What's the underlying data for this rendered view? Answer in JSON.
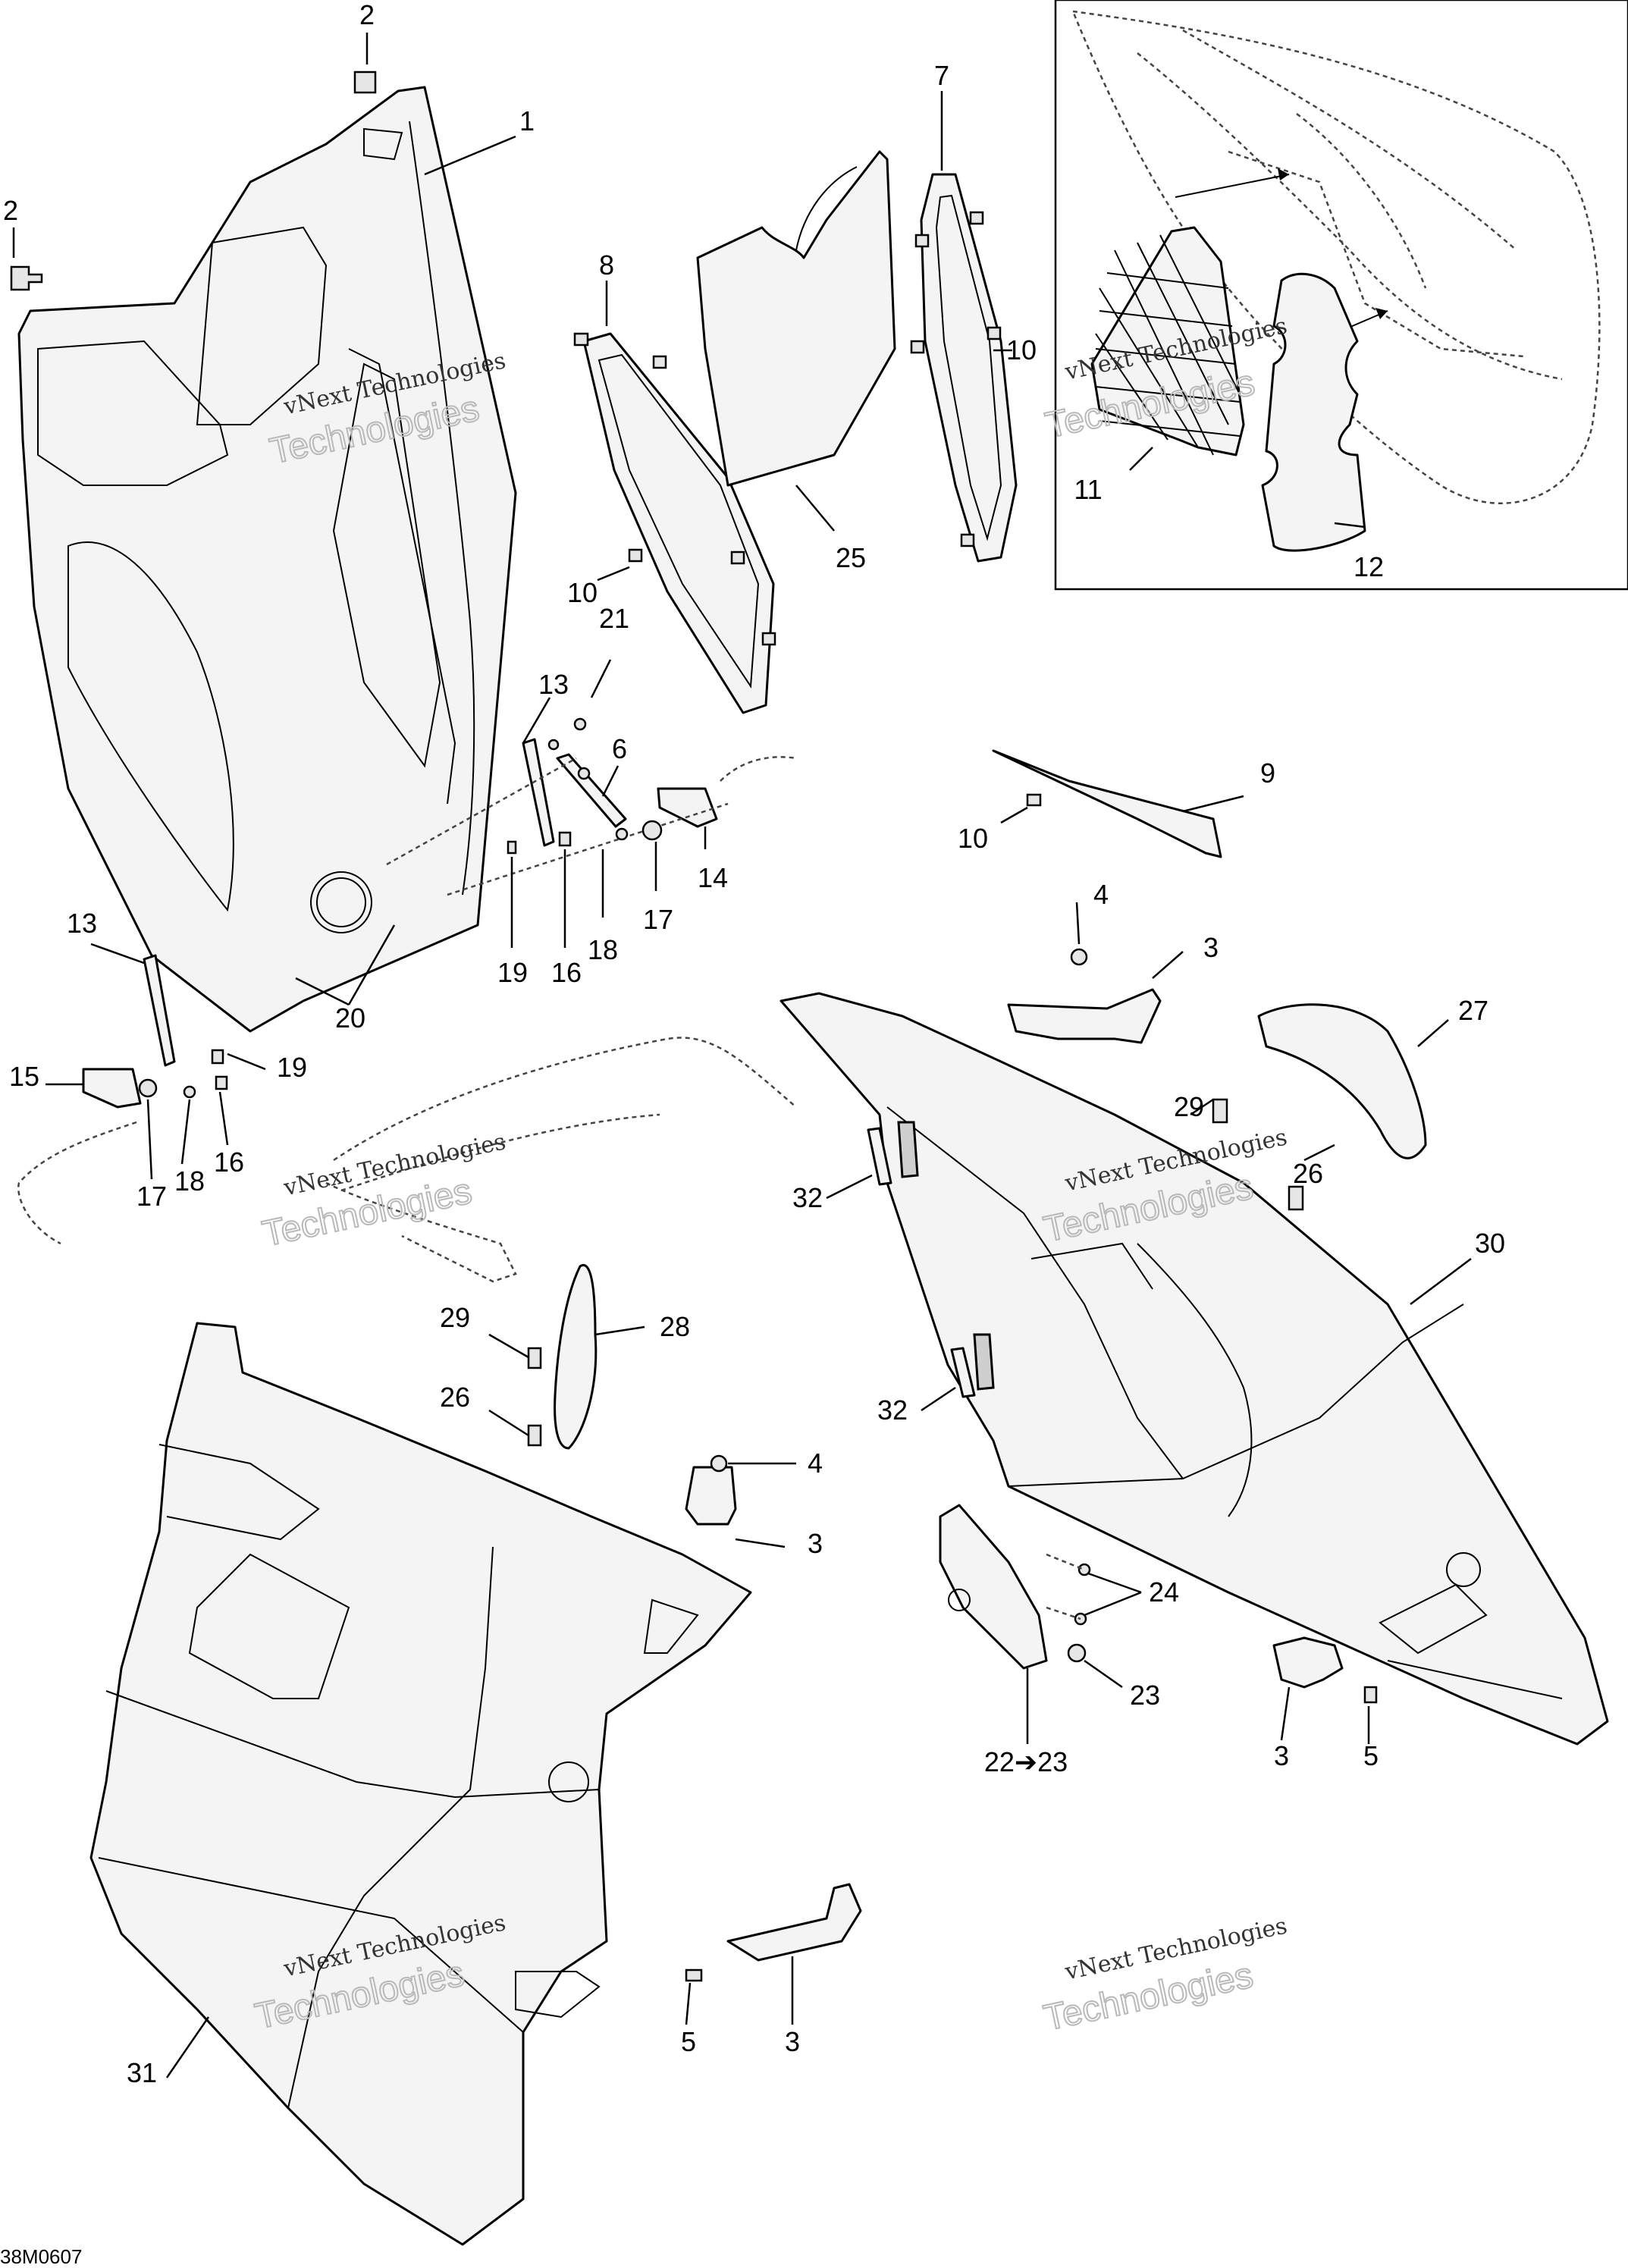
{
  "diagram": {
    "drawing_code": "38M0607",
    "watermark": {
      "line1": "vNext Technologies",
      "line2": "Technologies"
    },
    "callouts": [
      "1",
      "2",
      "3",
      "4",
      "5",
      "6",
      "7",
      "8",
      "9",
      "10",
      "11",
      "12",
      "13",
      "14",
      "15",
      "16",
      "17",
      "18",
      "19",
      "20",
      "21",
      "22➔23",
      "23",
      "24",
      "25",
      "26",
      "27",
      "28",
      "29",
      "30",
      "31",
      "32"
    ]
  },
  "labels": [
    {
      "id": "l2a",
      "text": "2"
    },
    {
      "id": "l1",
      "text": "1"
    },
    {
      "id": "l2b",
      "text": "2"
    },
    {
      "id": "l7",
      "text": "7"
    },
    {
      "id": "l8",
      "text": "8"
    },
    {
      "id": "l10a",
      "text": "10"
    },
    {
      "id": "l10b",
      "text": "10"
    },
    {
      "id": "l25",
      "text": "25"
    },
    {
      "id": "l11",
      "text": "11"
    },
    {
      "id": "l12",
      "text": "12"
    },
    {
      "id": "l13a",
      "text": "13"
    },
    {
      "id": "l21",
      "text": "21"
    },
    {
      "id": "l6",
      "text": "6"
    },
    {
      "id": "l9",
      "text": "9"
    },
    {
      "id": "l10c",
      "text": "10"
    },
    {
      "id": "l14",
      "text": "14"
    },
    {
      "id": "l17a",
      "text": "17"
    },
    {
      "id": "l18a",
      "text": "18"
    },
    {
      "id": "l16a",
      "text": "16"
    },
    {
      "id": "l19a",
      "text": "19"
    },
    {
      "id": "l13b",
      "text": "13"
    },
    {
      "id": "l20",
      "text": "20"
    },
    {
      "id": "l4a",
      "text": "4"
    },
    {
      "id": "l3a",
      "text": "3"
    },
    {
      "id": "l27",
      "text": "27"
    },
    {
      "id": "l15",
      "text": "15"
    },
    {
      "id": "l19b",
      "text": "19"
    },
    {
      "id": "l29a",
      "text": "29"
    },
    {
      "id": "l26a",
      "text": "26"
    },
    {
      "id": "l18b",
      "text": "18"
    },
    {
      "id": "l16b",
      "text": "16"
    },
    {
      "id": "l17b",
      "text": "17"
    },
    {
      "id": "l32a",
      "text": "32"
    },
    {
      "id": "l30",
      "text": "30"
    },
    {
      "id": "l29b",
      "text": "29"
    },
    {
      "id": "l28",
      "text": "28"
    },
    {
      "id": "l26b",
      "text": "26"
    },
    {
      "id": "l32b",
      "text": "32"
    },
    {
      "id": "l4b",
      "text": "4"
    },
    {
      "id": "l3b",
      "text": "3"
    },
    {
      "id": "l24",
      "text": "24"
    },
    {
      "id": "l23",
      "text": "23"
    },
    {
      "id": "l3c",
      "text": "3"
    },
    {
      "id": "l5a",
      "text": "5"
    },
    {
      "id": "l2223",
      "text": "22➔23"
    },
    {
      "id": "l5b",
      "text": "5"
    },
    {
      "id": "l3d",
      "text": "3"
    },
    {
      "id": "l31",
      "text": "31"
    }
  ]
}
